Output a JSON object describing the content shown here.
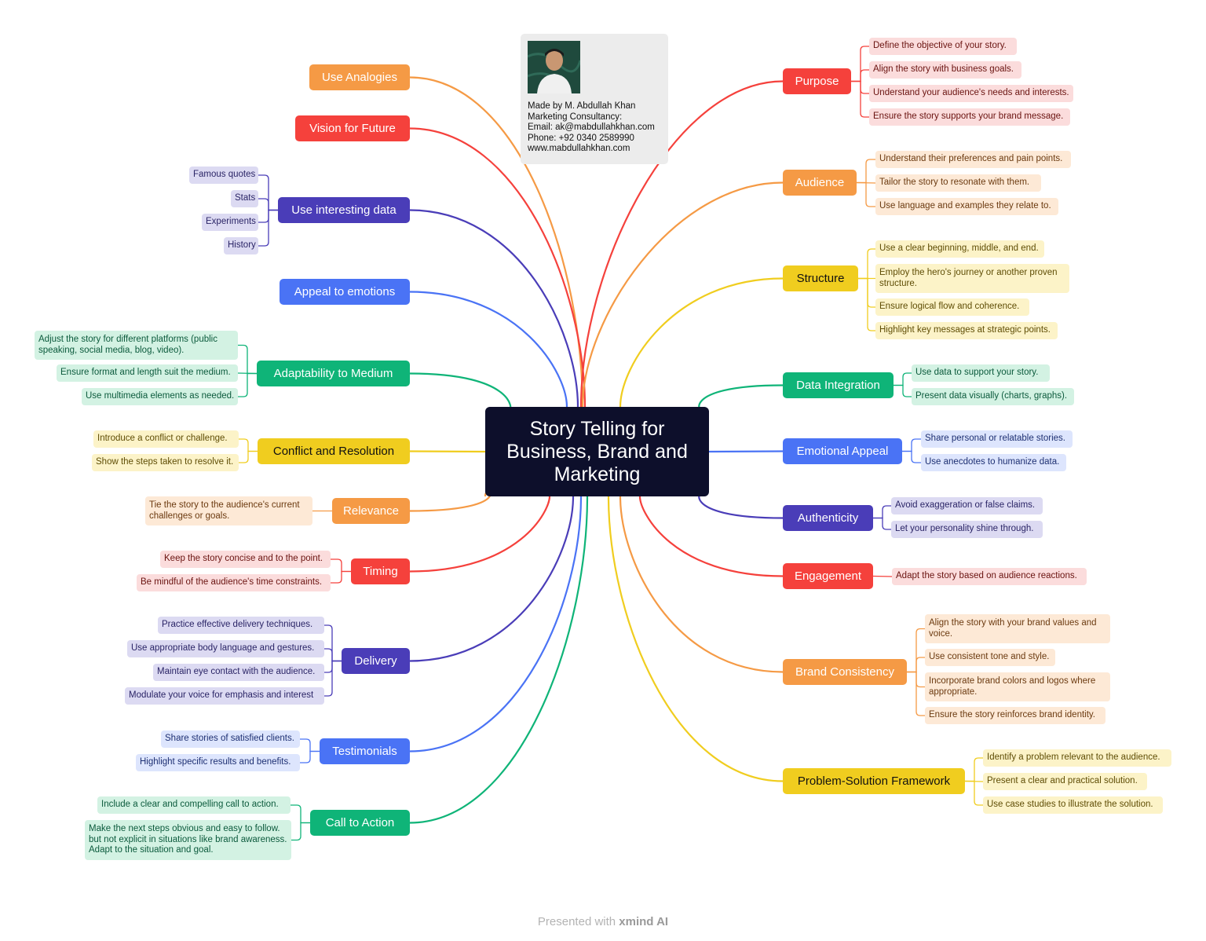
{
  "center": {
    "title": "Story Telling for Business, Brand and Marketing"
  },
  "author_card": {
    "lines": [
      "Made by M. Abdullah Khan",
      "Marketing Consultancy:",
      "Email: ak@mabdullahkhan.com",
      "Phone: +92 0340 2589990",
      "www.mabdullahkhan.com"
    ]
  },
  "footer": {
    "prefix": "Presented with ",
    "brand": "xmind AI"
  },
  "colors": {
    "red": "#f5413c",
    "orange": "#f59a45",
    "yellow": "#f0cd1f",
    "green": "#0fb478",
    "blue": "#4a73f5",
    "indigo": "#4a3db8",
    "center": "#0d0f2b"
  },
  "left_branches": [
    {
      "label": "Use Analogies",
      "color": "orange",
      "children": []
    },
    {
      "label": "Vision for Future",
      "color": "red",
      "children": []
    },
    {
      "label": "Use interesting data",
      "color": "indigo",
      "children": [
        "Famous quotes",
        "Stats",
        "Experiments",
        "History"
      ]
    },
    {
      "label": "Appeal to emotions",
      "color": "blue",
      "children": []
    },
    {
      "label": "Adaptability to Medium",
      "color": "green",
      "children": [
        "Adjust the story for different platforms (public speaking, social media, blog, video).",
        "Ensure format and length suit the medium.",
        "Use multimedia elements as needed."
      ]
    },
    {
      "label": "Conflict and Resolution",
      "color": "yellow",
      "children": [
        "Introduce a conflict or challenge.",
        "Show the steps taken to resolve it."
      ]
    },
    {
      "label": "Relevance",
      "color": "orange",
      "children": [
        "Tie the story to the audience's current challenges or goals."
      ]
    },
    {
      "label": "Timing",
      "color": "red",
      "children": [
        "Keep the story concise and to the point.",
        "Be mindful of the audience's time constraints."
      ]
    },
    {
      "label": "Delivery",
      "color": "indigo",
      "children": [
        "Practice effective delivery techniques.",
        "Use appropriate body language and gestures.",
        "Maintain eye contact with the audience.",
        "Modulate your voice for emphasis and interest"
      ]
    },
    {
      "label": "Testimonials",
      "color": "blue",
      "children": [
        "Share stories of satisfied clients.",
        "Highlight specific results and benefits."
      ]
    },
    {
      "label": "Call to Action",
      "color": "green",
      "children": [
        "Include a clear and compelling call to action.",
        "Make the next steps obvious and easy to follow. but not explicit in situations like brand awareness. Adapt to the situation and goal."
      ]
    }
  ],
  "right_branches": [
    {
      "label": "Purpose",
      "color": "red",
      "children": [
        "Define the objective of your story.",
        "Align the story with business goals.",
        "Understand your audience's needs and interests.",
        "Ensure the story supports your brand message."
      ]
    },
    {
      "label": "Audience",
      "color": "orange",
      "children": [
        "Understand their preferences and pain points.",
        "Tailor the story to resonate with them.",
        "Use language and examples they relate to."
      ]
    },
    {
      "label": "Structure",
      "color": "yellow",
      "children": [
        "Use a clear beginning, middle, and end.",
        "Employ the hero's journey or another proven structure.",
        "Ensure logical flow and coherence.",
        "Highlight key messages at strategic points."
      ]
    },
    {
      "label": "Data Integration",
      "color": "green",
      "children": [
        "Use data to support your story.",
        "Present data visually (charts, graphs)."
      ]
    },
    {
      "label": "Emotional Appeal",
      "color": "blue",
      "children": [
        "Share personal or relatable stories.",
        "Use anecdotes to humanize data."
      ]
    },
    {
      "label": "Authenticity",
      "color": "indigo",
      "children": [
        "Avoid exaggeration or false claims.",
        "Let your personality shine through."
      ]
    },
    {
      "label": "Engagement",
      "color": "red",
      "children": [
        "Adapt the story based on audience reactions."
      ]
    },
    {
      "label": "Brand Consistency",
      "color": "orange",
      "children": [
        "Align the story with your brand values and voice.",
        "Use consistent tone and style.",
        "Incorporate brand colors and logos where appropriate.",
        "Ensure the story reinforces brand identity."
      ]
    },
    {
      "label": "Problem-Solution Framework",
      "color": "yellow",
      "children": [
        "Identify a problem relevant to the audience.",
        "Present a clear and practical solution.",
        "Use case studies to illustrate the solution."
      ]
    }
  ]
}
